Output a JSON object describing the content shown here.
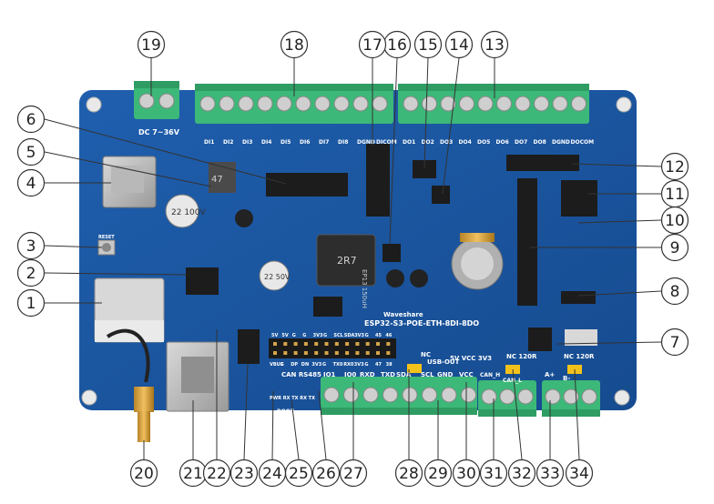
{
  "board": {
    "name": "ESP32-S3-POE-ETH-8DI-8DO",
    "brand": "Waveshare",
    "power_label": "DC 7~36V",
    "reset_label": "RESET",
    "inductor_text": "2R7",
    "inductor_code": "EP13 150uH",
    "cap_top": "22 100V",
    "cap_left": "22 50V",
    "chip_label": "47"
  },
  "di_labels": [
    "DI1",
    "DI2",
    "DI3",
    "DI4",
    "DI5",
    "DI6",
    "DI7",
    "DI8",
    "DGND",
    "DICOM"
  ],
  "do_labels": [
    "DO1",
    "DO2",
    "DO3",
    "DO4",
    "DO5",
    "DO6",
    "DO7",
    "DO8",
    "DGND",
    "DOCOM"
  ],
  "header_top_labels": [
    "5V",
    "5V",
    "G",
    "G",
    "3V3",
    "G",
    "SCL",
    "SDA",
    "3V3",
    "G",
    "45",
    "46"
  ],
  "header_bottom_labels": [
    "VBUS",
    "G",
    "DP",
    "DN",
    "3V3",
    "G",
    "TX0",
    "RX0",
    "3V3",
    "G",
    "47",
    "38"
  ],
  "bottom_labels": {
    "can_rs485": "CAN  RS485",
    "io1": "IO1",
    "io0": "IO0",
    "rxd": "RXD",
    "txd": "TXD",
    "pwr_leds": "PWR RX TX RX TX",
    "boot": "BOOT",
    "nc_left": "NC",
    "usb_out": "USB-OUT",
    "sda": "SDA",
    "scl": "SCL",
    "gnd": "GND",
    "vcc": "VCC",
    "v5_v33": "5V VCC 3V3",
    "can_h": "CAN_H",
    "can_l": "CAN_L",
    "nc_120r_a": "NC  120R",
    "nc_120r_b": "NC  120R",
    "a_plus": "A+",
    "b_minus": "B-"
  },
  "callouts": [
    {
      "n": "1"
    },
    {
      "n": "2"
    },
    {
      "n": "3"
    },
    {
      "n": "4"
    },
    {
      "n": "5"
    },
    {
      "n": "6"
    },
    {
      "n": "7"
    },
    {
      "n": "8"
    },
    {
      "n": "9"
    },
    {
      "n": "10"
    },
    {
      "n": "11"
    },
    {
      "n": "12"
    },
    {
      "n": "13"
    },
    {
      "n": "14"
    },
    {
      "n": "15"
    },
    {
      "n": "16"
    },
    {
      "n": "17"
    },
    {
      "n": "18"
    },
    {
      "n": "19"
    },
    {
      "n": "20"
    },
    {
      "n": "21"
    },
    {
      "n": "22"
    },
    {
      "n": "23"
    },
    {
      "n": "24"
    },
    {
      "n": "25"
    },
    {
      "n": "26"
    },
    {
      "n": "27"
    },
    {
      "n": "28"
    },
    {
      "n": "29"
    },
    {
      "n": "30"
    },
    {
      "n": "31"
    },
    {
      "n": "32"
    },
    {
      "n": "33"
    },
    {
      "n": "34"
    }
  ]
}
